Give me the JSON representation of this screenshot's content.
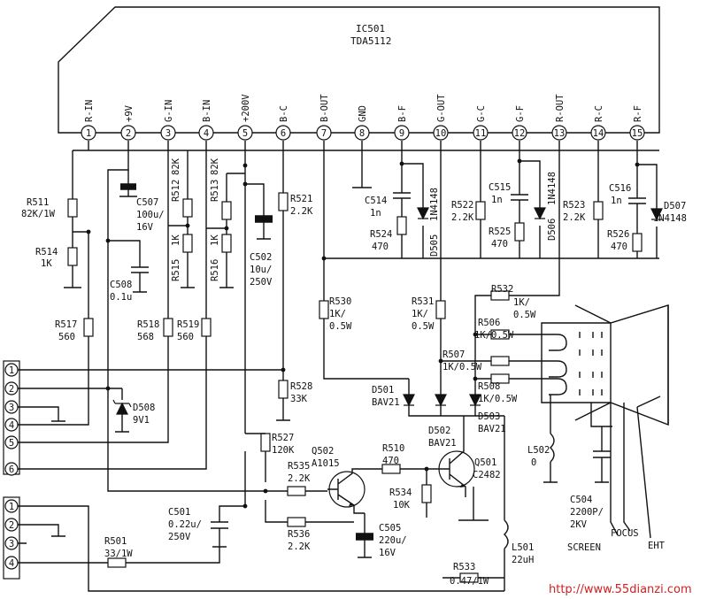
{
  "ic": {
    "ref": "IC501",
    "part": "TDA5112"
  },
  "pins": [
    {
      "num": "1",
      "name": "R-IN"
    },
    {
      "num": "2",
      "name": "+9V"
    },
    {
      "num": "3",
      "name": "G-IN"
    },
    {
      "num": "4",
      "name": "B-IN"
    },
    {
      "num": "5",
      "name": "+200V"
    },
    {
      "num": "6",
      "name": "B-C"
    },
    {
      "num": "7",
      "name": "B-OUT"
    },
    {
      "num": "8",
      "name": "GND"
    },
    {
      "num": "9",
      "name": "B-F"
    },
    {
      "num": "10",
      "name": "G-OUT"
    },
    {
      "num": "11",
      "name": "G-C"
    },
    {
      "num": "12",
      "name": "G-F"
    },
    {
      "num": "13",
      "name": "R-OUT"
    },
    {
      "num": "14",
      "name": "R-C"
    },
    {
      "num": "15",
      "name": "R-F"
    }
  ],
  "labels": {
    "R511": "R511",
    "R511v": "82K/1W",
    "R514": "R514",
    "R514v": "1K",
    "R517": "R517",
    "R517v": "560",
    "C507": "C507",
    "C507v": "100u/",
    "C507v2": "16V",
    "C508": "C508",
    "C508v": "0.1u",
    "R512": "R512",
    "R512v": "82K",
    "R515": "R515",
    "R515v": "1K",
    "R513": "R513",
    "R513v": "82K",
    "R516": "R516",
    "R516v": "1K",
    "R518": "R518",
    "R518v": "568",
    "R519": "R519",
    "R519v": "560",
    "R521": "R521",
    "R521v": "2.2K",
    "C502": "C502",
    "C502v": "10u/",
    "C502v2": "250V",
    "C514": "C514",
    "C514v": "1n",
    "R524": "R524",
    "R524v": "470",
    "D505": "D505",
    "D505v": "1N4148",
    "R522": "R522",
    "R522v": "2.2K",
    "C515": "C515",
    "C515v": "1n",
    "R525": "R525",
    "R525v": "470",
    "D506": "D506",
    "D506v": "1N4148",
    "R523": "R523",
    "R523v": "2.2K",
    "C516": "C516",
    "C516v": "1n",
    "R526": "R526",
    "R526v": "470",
    "D507": "D507",
    "D507v": "1N4148",
    "R530": "R530",
    "R530v": "1K/",
    "R530v2": "0.5W",
    "R531": "R531",
    "R531v": "1K/",
    "R531v2": "0.5W",
    "R532": "R532",
    "R532v": "1K/",
    "R532v2": "0.5W",
    "R506": "R506",
    "R506v": "1K/0.5W",
    "R507": "R507",
    "R507v": "1K/0.5W",
    "R508": "R508",
    "R508v": "1K/0.5W",
    "D501": "D501",
    "D501v": "BAV21",
    "D502": "D502",
    "D502v": "BAV21",
    "D503": "D503",
    "D503v": "BAV21",
    "R528": "R528",
    "R528v": "33K",
    "D508": "D508",
    "D508v": "9V1",
    "R527": "R527",
    "R527v": "120K",
    "R535": "R535",
    "R535v": "2.2K",
    "Q502": "Q502",
    "Q502v": "A1015",
    "R510": "R510",
    "R510v": "470",
    "Q501": "Q501",
    "Q501v": "C2482",
    "R534": "R534",
    "R534v": "10K",
    "C501": "C501",
    "C501v": "0.22u/",
    "C501v2": "250V",
    "R536": "R536",
    "R536v": "2.2K",
    "C505": "C505",
    "C505v": "220u/",
    "C505v2": "16V",
    "L502": "L502",
    "L502v": "0",
    "C504": "C504",
    "C504v": "2200P/",
    "C504v2": "2KV",
    "R501": "R501",
    "R501v": "33/1W",
    "L501": "L501",
    "L501v": "22uH",
    "R533": "R533",
    "R533v": "0.47/1W",
    "SCREEN": "SCREEN",
    "FOCUS": "FOCUS",
    "EHT": "EHT"
  },
  "connector_a": [
    "1",
    "2",
    "3",
    "4",
    "5",
    "6"
  ],
  "connector_b": [
    "1",
    "2",
    "3",
    "4"
  ],
  "watermark": "http://www.55dianzi.com"
}
